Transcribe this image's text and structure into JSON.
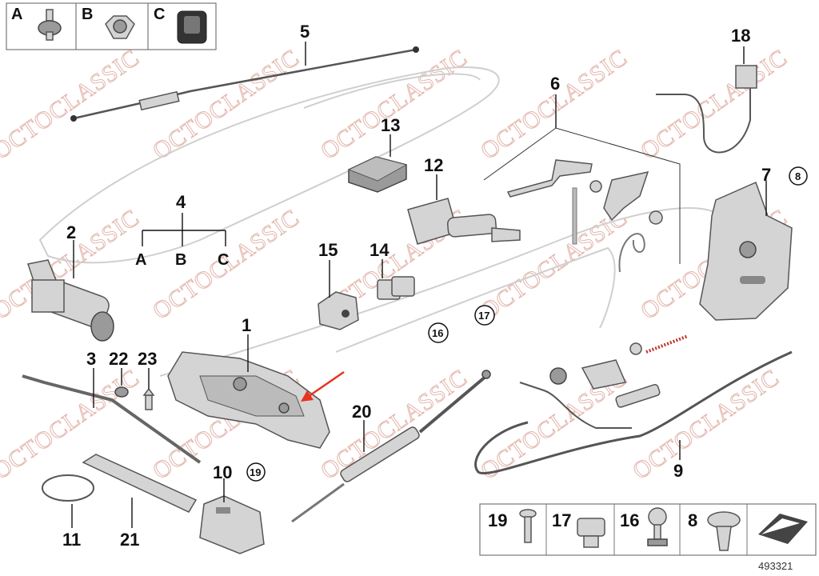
{
  "diagram": {
    "watermark_text": "OCTOCLASSIC",
    "diagram_number": "493321",
    "key_box_labels": [
      "A",
      "B",
      "C"
    ],
    "group_label": "4",
    "group_items": [
      "A",
      "B",
      "C"
    ],
    "part_numbers": {
      "p1": "1",
      "p2": "2",
      "p3": "3",
      "p5": "5",
      "p6": "6",
      "p7": "7",
      "p9": "9",
      "p10": "10",
      "p11": "11",
      "p12": "12",
      "p13": "13",
      "p14": "14",
      "p15": "15",
      "p18": "18",
      "p20": "20",
      "p21": "21",
      "p22": "22",
      "p23": "23"
    },
    "circled_refs": {
      "c8": "8",
      "c16": "16",
      "c17": "17",
      "c19": "19"
    },
    "legend_labels": [
      "19",
      "17",
      "16",
      "8"
    ],
    "annotation_arrow_color": "#e8321e"
  }
}
